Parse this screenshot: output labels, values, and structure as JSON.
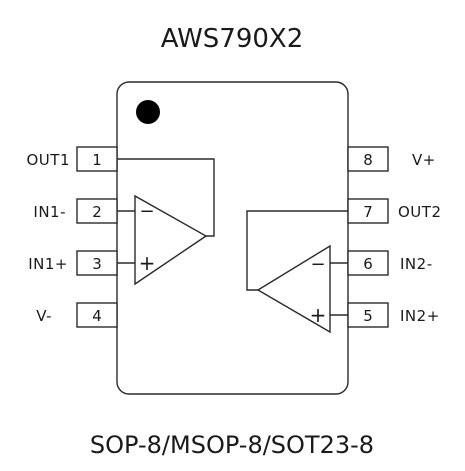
{
  "title": "AWS790X2",
  "package": "SOP-8/MSOP-8/SOT23-8",
  "pins_left": [
    {
      "number": "1",
      "label": "OUT1"
    },
    {
      "number": "2",
      "label": "IN1-"
    },
    {
      "number": "3",
      "label": "IN1+"
    },
    {
      "number": "4",
      "label": "V-"
    }
  ],
  "pins_right": [
    {
      "number": "8",
      "label": "V+"
    },
    {
      "number": "7",
      "label": "OUT2"
    },
    {
      "number": "6",
      "label": "IN2-"
    },
    {
      "number": "5",
      "label": "IN2+"
    }
  ],
  "opamp1": {
    "minus": "−",
    "plus": "+"
  },
  "opamp2": {
    "minus": "−",
    "plus": "+"
  }
}
